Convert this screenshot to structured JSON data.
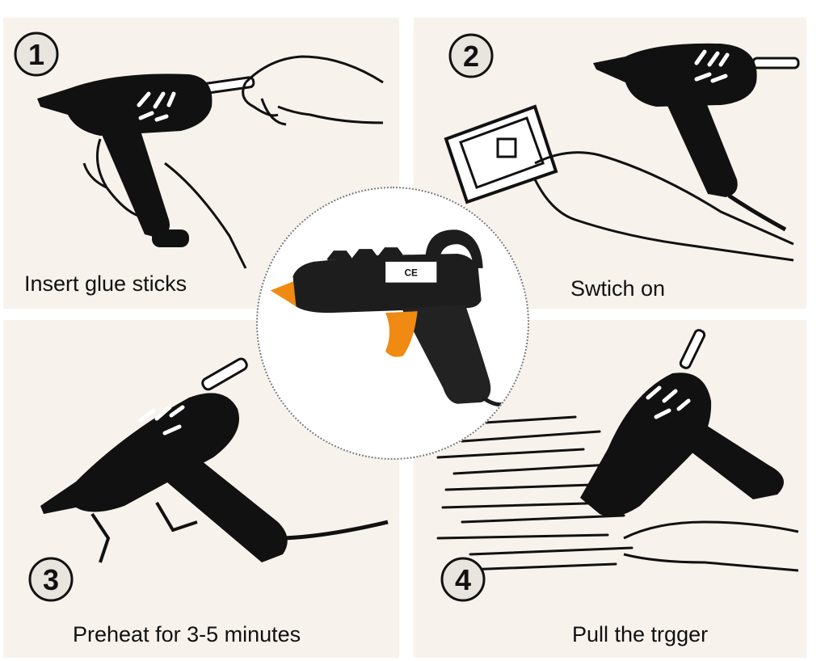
{
  "steps": [
    {
      "number": "1",
      "caption": "Insert glue sticks",
      "icon": "insert-glue-stick-illustration"
    },
    {
      "number": "2",
      "caption": "Swtich on",
      "icon": "switch-on-illustration"
    },
    {
      "number": "3",
      "caption": "Preheat for 3-5 minutes",
      "icon": "preheat-glue-gun-illustration"
    },
    {
      "number": "4",
      "caption": "Pull the trgger",
      "icon": "pull-trigger-illustration"
    }
  ],
  "center_product": {
    "icon": "glue-gun-product-photo",
    "label_mark": "CE"
  },
  "colors": {
    "panel_bg": "#f7f2ec",
    "ink": "#111111",
    "gun_body": "#1d1d1d",
    "trigger_orange": "#f08a12"
  }
}
